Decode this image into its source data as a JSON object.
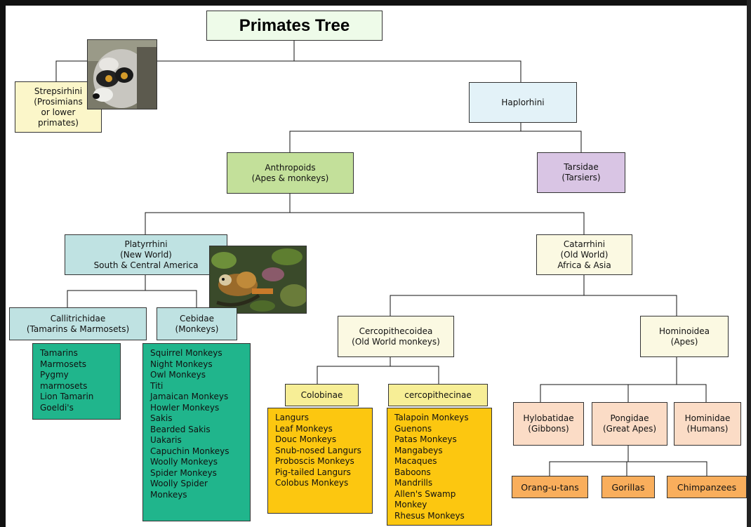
{
  "title": "Primates Tree",
  "nodes": {
    "strepsirhini": "Strepsirhini\n(Prosimians\nor lower\nprimates)",
    "haplorhini": "Haplorhini",
    "anthropoids": "Anthropoids\n(Apes & monkeys)",
    "tarsidae": "Tarsidae\n(Tarsiers)",
    "platyrrhini": "Platyrrhini\n(New World)\nSouth & Central America",
    "catarrhini": "Catarrhini\n(Old World)\nAfrica & Asia",
    "callitrichidae": "Callitrichidae\n(Tamarins & Marmosets)",
    "cebidae": "Cebidae\n(Monkeys)",
    "cercopithecoidea": "Cercopithecoidea\n(Old World monkeys)",
    "hominoidea": "Hominoidea\n(Apes)",
    "colobinae": "Colobinae",
    "cercopithecinae": "cercopithecinae",
    "hylobatidae": "Hylobatidae\n(Gibbons)",
    "pongidae": "Pongidae\n(Great Apes)",
    "hominidae": "Hominidae\n(Humans)",
    "orangutans": "Orang-u-tans",
    "gorillas": "Gorillas",
    "chimpanzees": "Chimpanzees"
  },
  "lists": {
    "callitrichidae": [
      "Tamarins",
      "Marmosets",
      "Pygmy",
      "marmosets",
      "Lion Tamarin",
      "Goeldi's"
    ],
    "cebidae": [
      "Squirrel Monkeys",
      "Night Monkeys",
      "Owl Monkeys",
      "Titi",
      "Jamaican Monkeys",
      "Howler Monkeys",
      "Sakis",
      "Bearded Sakis",
      "Uakaris",
      "Capuchin Monkeys",
      "Woolly Monkeys",
      "Spider Monkeys",
      "Woolly Spider",
      "Monkeys"
    ],
    "colobinae": [
      "Langurs",
      "Leaf Monkeys",
      "Douc Monkeys",
      "Snub-nosed Langurs",
      "Proboscis Monkeys",
      "Pig-tailed Langurs",
      "Colobus Monkeys"
    ],
    "cercopithecinae": [
      "Talapoin Monkeys",
      "Guenons",
      "Patas Monkeys",
      "Mangabeys",
      "Macaques",
      "Baboons",
      "Mandrills",
      "Allen's Swamp",
      "Monkey",
      "Rhesus Monkeys"
    ]
  }
}
